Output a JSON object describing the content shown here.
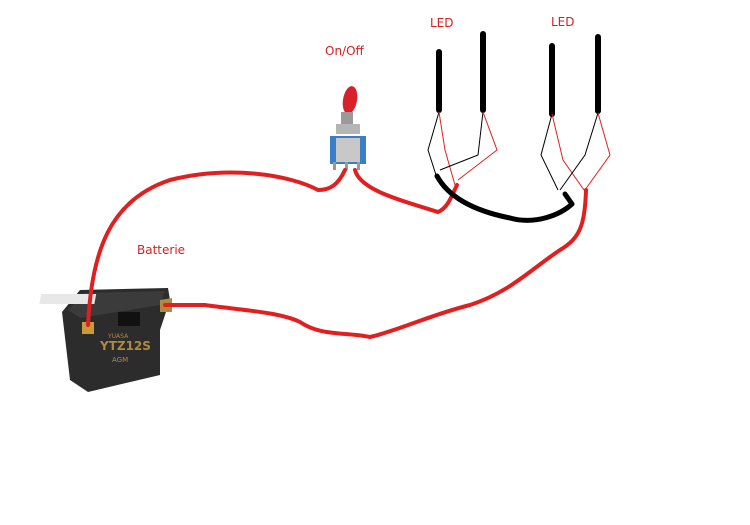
{
  "labels": {
    "switch": "On/Off",
    "led_left": "LED",
    "led_right": "LED",
    "battery": "Batterie"
  },
  "battery_markings": {
    "brand": "YUASA",
    "model": "YTZ12S",
    "type": "AGM"
  },
  "colors": {
    "positive_wire": "#e02020",
    "negative_wire": "#000000",
    "label": "#d62020",
    "battery": "#2a2a2a",
    "switch_base": "#3a7fc4"
  }
}
